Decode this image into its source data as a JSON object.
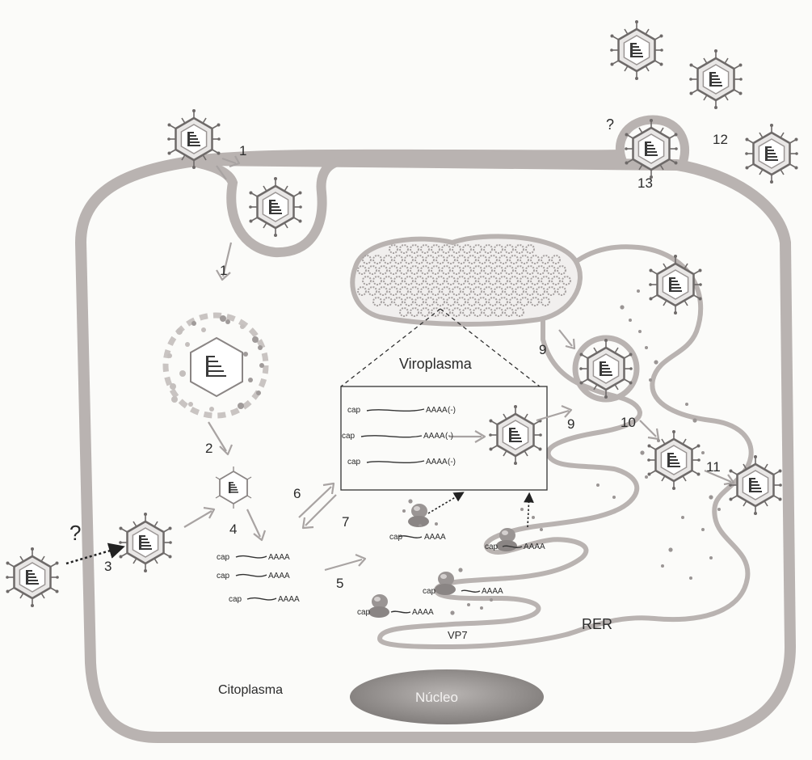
{
  "labels": {
    "step1_top": "1",
    "step1_mid": "1",
    "step2": "2",
    "step3": "3",
    "step4": "4",
    "step5": "5",
    "step6": "6",
    "step7": "7",
    "step9_a": "9",
    "step9_b": "9",
    "step10": "10",
    "step11": "11",
    "step12": "12",
    "step13": "13",
    "question_left": "?",
    "question_top": "?",
    "viroplasm": "Viroplasma",
    "rer": "RER",
    "vp7": "VP7",
    "cytoplasm": "Citoplasma",
    "nucleus": "Núcleo"
  },
  "mrna_boxed": [
    {
      "cap": "cap",
      "tail": "AAAA",
      "sign": "(-)"
    },
    {
      "cap": "cap",
      "tail": "AAAA",
      "sign": "(-)"
    },
    {
      "cap": "cap",
      "tail": "AAAA",
      "sign": "(-)"
    }
  ],
  "mrna_free": [
    {
      "cap": "cap",
      "tail": "AAAA"
    },
    {
      "cap": "cap",
      "tail": "AAAA"
    },
    {
      "cap": "cap",
      "tail": "AAAA"
    }
  ],
  "mrna_ribosome": [
    {
      "cap": "cap",
      "tail": "AAAA"
    },
    {
      "cap": "cap",
      "tail": "AAAA"
    },
    {
      "cap": "cap",
      "tail": "AAAA"
    },
    {
      "cap": "cap",
      "tail": "AAAA"
    }
  ],
  "colors": {
    "membrane": "#b9b3b1",
    "stroke": "#8a8584",
    "dark": "#3a3a3a",
    "nucleus": "#8c8886"
  }
}
